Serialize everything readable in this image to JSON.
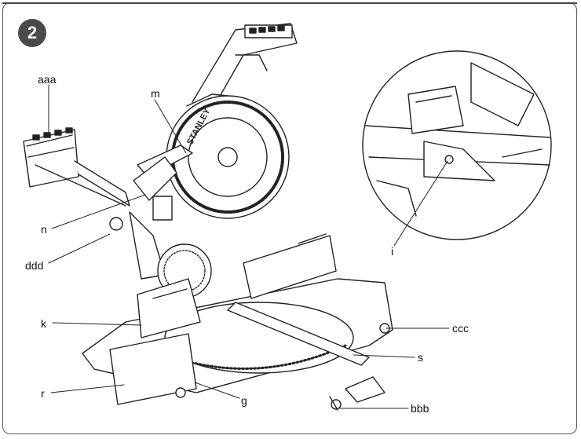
{
  "figure": {
    "step_number": "2",
    "labels": {
      "aaa": "aaa",
      "m": "m",
      "n": "n",
      "ddd": "ddd",
      "k": "k",
      "r": "r",
      "g": "g",
      "bbb": "bbb",
      "s": "s",
      "ccc": "ccc",
      "i": "i"
    },
    "brand_text": "STANLEY"
  }
}
